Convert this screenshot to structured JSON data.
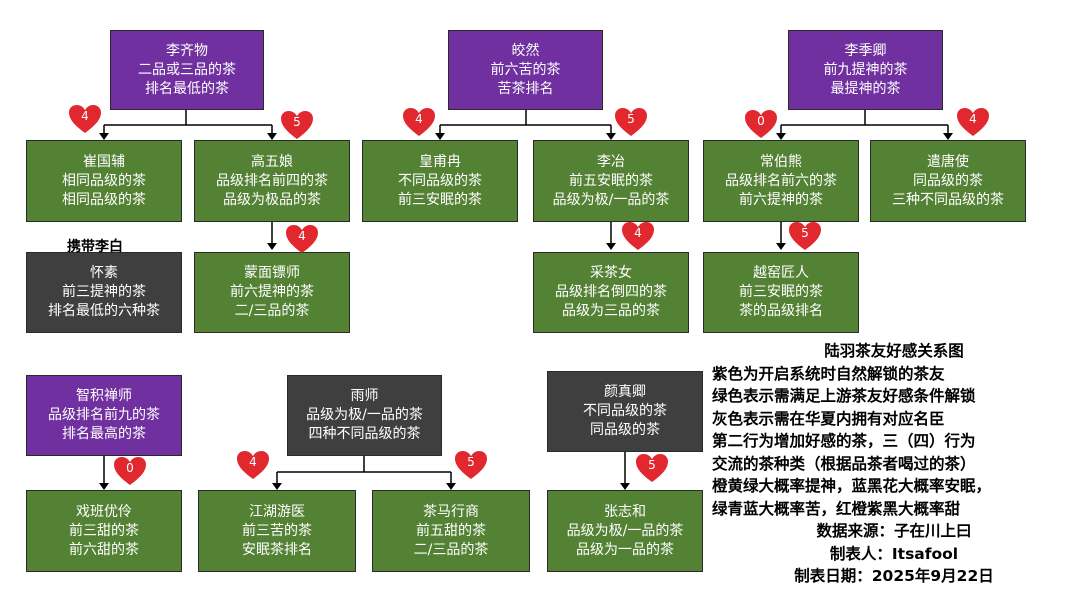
{
  "nodes": {
    "liqiwu": {
      "color": "purple",
      "lines": [
        "李齐物",
        "二品或三品的茶",
        "排名最低的茶"
      ]
    },
    "cuiguofu": {
      "color": "green",
      "lines": [
        "崔国辅",
        "相同品级的茶",
        "相同品级的茶"
      ]
    },
    "gaowuniang": {
      "color": "green",
      "lines": [
        "高五娘",
        "品级排名前四的茶",
        "品级为极品的茶"
      ]
    },
    "huaisu": {
      "color": "gray",
      "lines": [
        "怀素",
        "前三提神的茶",
        "排名最低的六种茶"
      ]
    },
    "mengmian": {
      "color": "green",
      "lines": [
        "蒙面镖师",
        "前六提神的茶",
        "二/三品的茶"
      ]
    },
    "jiaoran": {
      "color": "purple",
      "lines": [
        "皎然",
        "前六苦的茶",
        "苦茶排名"
      ]
    },
    "huangfuran": {
      "color": "green",
      "lines": [
        "皇甫冉",
        "不同品级的茶",
        "前三安眠的茶"
      ]
    },
    "liye": {
      "color": "green",
      "lines": [
        "李冶",
        "前五安眠的茶",
        "品级为极/一品的茶"
      ]
    },
    "caichanv": {
      "color": "green",
      "lines": [
        "采茶女",
        "品级排名倒四的茶",
        "品级为三品的茶"
      ]
    },
    "lijiqing": {
      "color": "purple",
      "lines": [
        "李季卿",
        "前九提神的茶",
        "最提神的茶"
      ]
    },
    "changboxiong": {
      "color": "green",
      "lines": [
        "常伯熊",
        "品级排名前六的茶",
        "前六提神的茶"
      ]
    },
    "qiantangshi": {
      "color": "green",
      "lines": [
        "遣唐使",
        "同品级的茶",
        "三种不同品级的茶"
      ]
    },
    "yueyao": {
      "color": "green",
      "lines": [
        "越窑匠人",
        "前三安眠的茶",
        "茶的品级排名"
      ]
    },
    "zhiji": {
      "color": "purple",
      "lines": [
        "智积禅师",
        "品级排名前九的茶",
        "排名最高的茶"
      ]
    },
    "xiban": {
      "color": "green",
      "lines": [
        "戏班优伶",
        "前三甜的茶",
        "前六甜的茶"
      ]
    },
    "yushi": {
      "color": "gray",
      "lines": [
        "雨师",
        "品级为极/一品的茶",
        "四种不同品级的茶"
      ]
    },
    "jianghu": {
      "color": "green",
      "lines": [
        "江湖游医",
        "前三苦的茶",
        "安眠茶排名"
      ]
    },
    "chama": {
      "color": "green",
      "lines": [
        "茶马行商",
        "前五甜的茶",
        "二/三品的茶"
      ]
    },
    "yanzhenqing": {
      "color": "gray",
      "lines": [
        "颜真卿",
        "不同品级的茶",
        "同品级的茶"
      ]
    },
    "zhangzhihe": {
      "color": "green",
      "lines": [
        "张志和",
        "品级为极/一品的茶",
        "品级为一品的茶"
      ]
    }
  },
  "hearts": {
    "h1": "4",
    "h2": "5",
    "h3": "4",
    "h4": "4",
    "h5": "5",
    "h6": "4",
    "h7": "0",
    "h8": "4",
    "h9": "5",
    "h10": "0",
    "h11": "4",
    "h12": "5",
    "h13": "5"
  },
  "tag": "携带李白",
  "legend": {
    "title": "陆羽茶友好感关系图",
    "lines": [
      "紫色为开启系统时自然解锁的茶友",
      "绿色表示需满足上游茶友好感条件解锁",
      "灰色表示需在华夏内拥有对应名臣",
      "第二行为增加好感的茶，三（四）行为",
      "交流的茶种类（根据品茶者喝过的茶）",
      "橙黄绿大概率提神，蓝黑花大概率安眠，",
      "绿青蓝大概率苦，红橙紫黑大概率甜"
    ],
    "source": "数据来源：子在川上曰",
    "author": "制表人：Itsafool",
    "date": "制表日期：2025年9月22日"
  },
  "colors": {
    "purple": "#7030a0",
    "green": "#548235",
    "gray": "#3f3f3f",
    "heart": "#e0282e"
  }
}
